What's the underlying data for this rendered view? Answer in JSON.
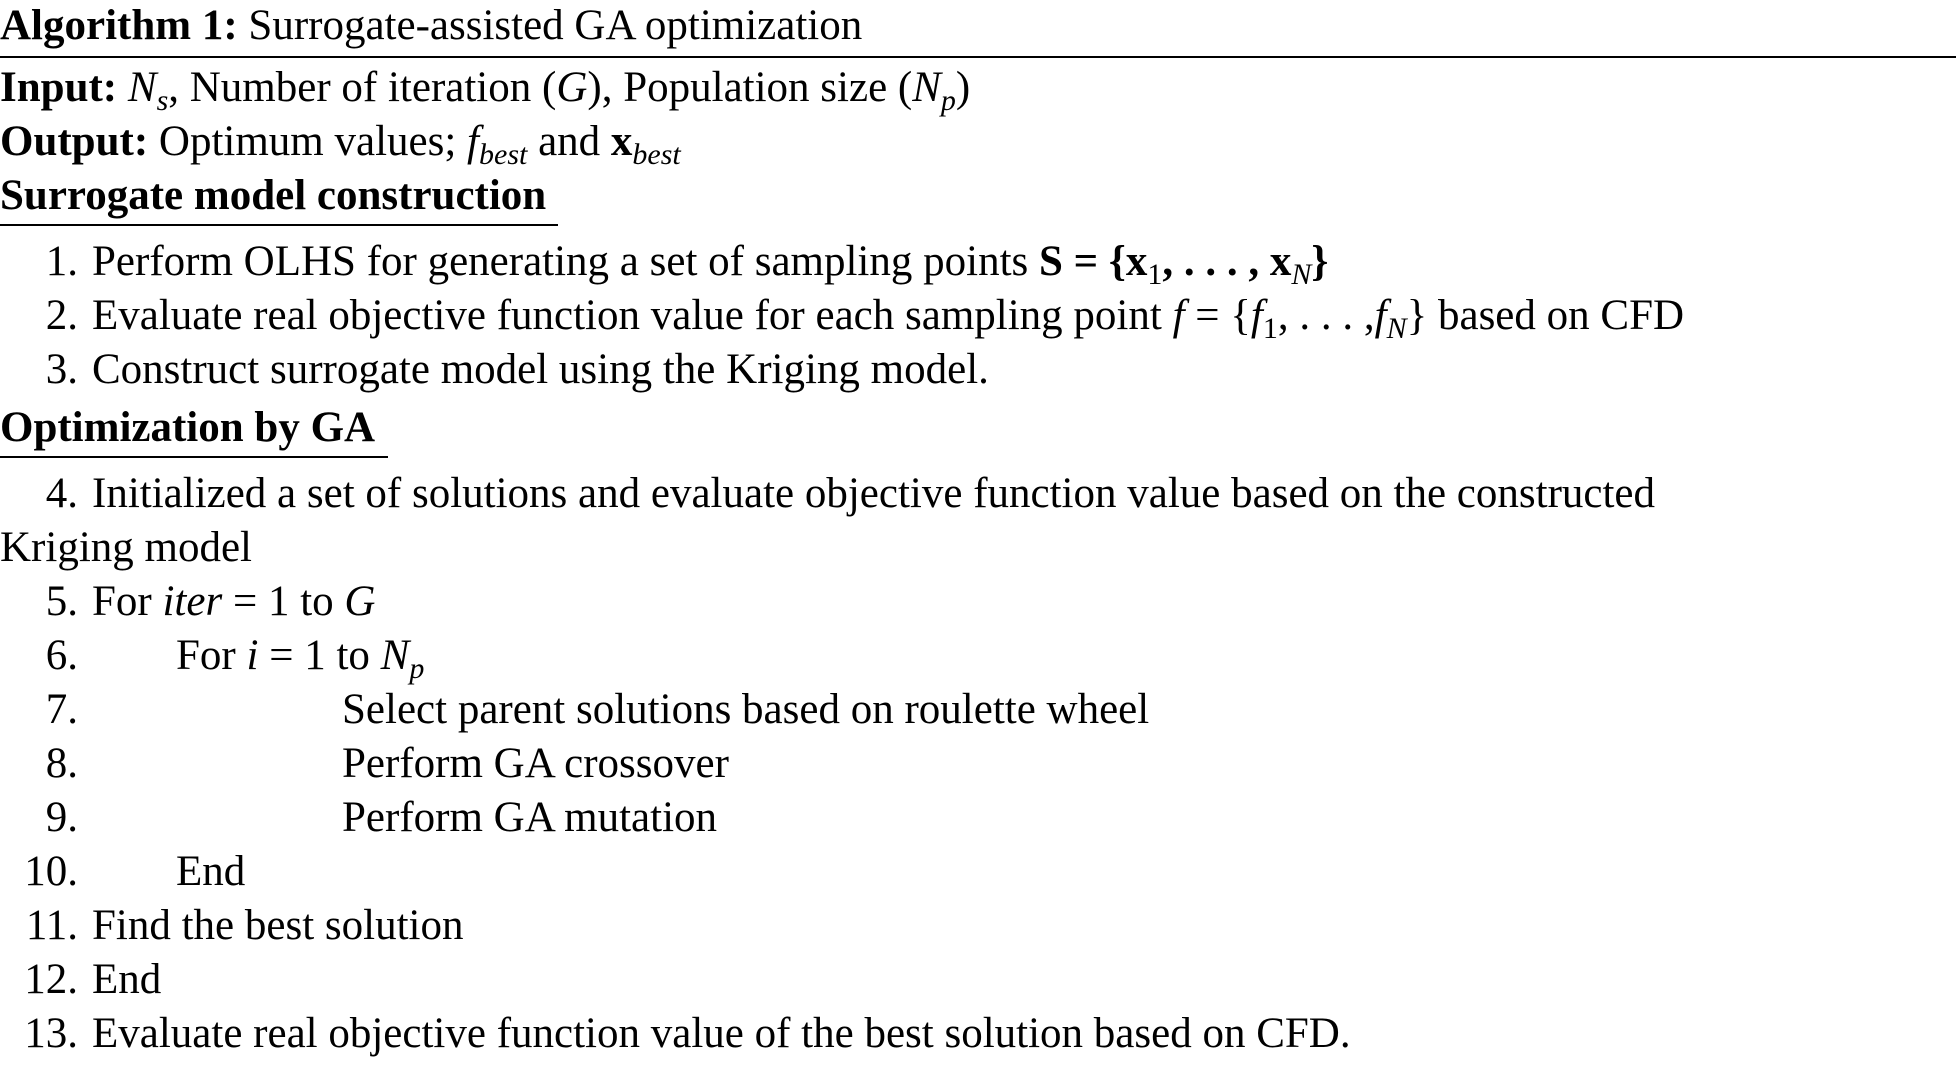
{
  "algorithm": {
    "label": "Algorithm 1:",
    "title": "Surrogate-assisted GA optimization",
    "input_label": "Input:",
    "input_ns": "N",
    "input_ns_sub": "s",
    "input_rest1": ", Number of iteration (",
    "input_G": "G",
    "input_rest2": "), Population size (",
    "input_Np": "N",
    "input_Np_sub": "p",
    "input_rest3": ")",
    "output_label": "Output:",
    "output_text": "Optimum values; ",
    "output_f": "f",
    "output_best1": "best",
    "output_and": " and ",
    "output_x": "x",
    "output_best2": "best",
    "section1": "Surrogate model construction",
    "section2": "Optimization by GA",
    "steps": {
      "s1": {
        "num": "1.",
        "text": "Perform OLHS for generating a set of sampling points ",
        "math": "S = {x",
        "sub1": "1",
        "mid": ", . . . , x",
        "subN": "N",
        "end": "}"
      },
      "s2": {
        "num": "2.",
        "text": "Evaluate real objective function value for each sampling point ",
        "f": "f",
        "eq": " = {",
        "f1": "f",
        "sub1": "1",
        "mid": ", . . . ,",
        "fN": "f",
        "subN": "N",
        "end": "} based on CFD"
      },
      "s3": {
        "num": "3.",
        "text": "Construct surrogate model using the Kriging model."
      },
      "s4": {
        "num": "4.",
        "text": "Initialized a set of solutions and evaluate objective function value based on the constructed",
        "cont": "Kriging model"
      },
      "s5": {
        "num": "5.",
        "for": "For ",
        "var": "iter",
        "eq": " = 1  to  ",
        "G": "G"
      },
      "s6": {
        "num": "6.",
        "for": "For ",
        "var": "i",
        "eq": " = 1  to  ",
        "N": "N",
        "sub": "p"
      },
      "s7": {
        "num": "7.",
        "text": "Select parent solutions based on roulette wheel"
      },
      "s8": {
        "num": "8.",
        "text": "Perform GA crossover"
      },
      "s9": {
        "num": "9.",
        "text": "Perform GA mutation"
      },
      "s10": {
        "num": "10.",
        "text": "End"
      },
      "s11": {
        "num": "11.",
        "text": "Find the best solution"
      },
      "s12": {
        "num": "12.",
        "text": "End"
      },
      "s13": {
        "num": "13.",
        "text": "Evaluate real objective function value of the best solution based on CFD."
      }
    }
  }
}
